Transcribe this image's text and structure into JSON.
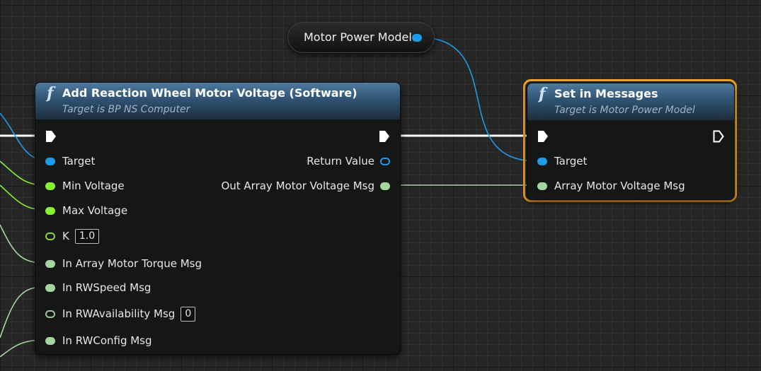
{
  "variable_node": {
    "label": "Motor Power Model",
    "pin_color": "#1e9be8"
  },
  "node_add": {
    "icon": "function-icon",
    "title": "Add Reaction Wheel Motor Voltage (Software)",
    "subtitle": "Target is BP NS Computer",
    "inputs": {
      "target": "Target",
      "min_voltage": "Min Voltage",
      "max_voltage": "Max Voltage",
      "k": "K",
      "k_value": "1.0",
      "in_array_motor_torque": "In Array Motor Torque Msg",
      "in_rwspeed": "In RWSpeed Msg",
      "in_rwavailability": "In RWAvailability Msg",
      "in_rwavailability_value": "0",
      "in_rwconfig": "In RWConfig Msg"
    },
    "outputs": {
      "return_value": "Return Value",
      "out_array_motor_voltage": "Out Array Motor Voltage Msg"
    }
  },
  "node_set": {
    "icon": "function-icon",
    "title": "Set in Messages",
    "subtitle": "Target is Motor Power Model",
    "inputs": {
      "target": "Target",
      "array_motor_voltage": "Array Motor Voltage Msg"
    },
    "selected": true,
    "selection_color": "#f2a623"
  },
  "colors": {
    "object_pin": "#1e9be8",
    "float_pin": "#86f232",
    "struct_pin": "#a5d6a1",
    "exec_wire": "#ffffff"
  }
}
